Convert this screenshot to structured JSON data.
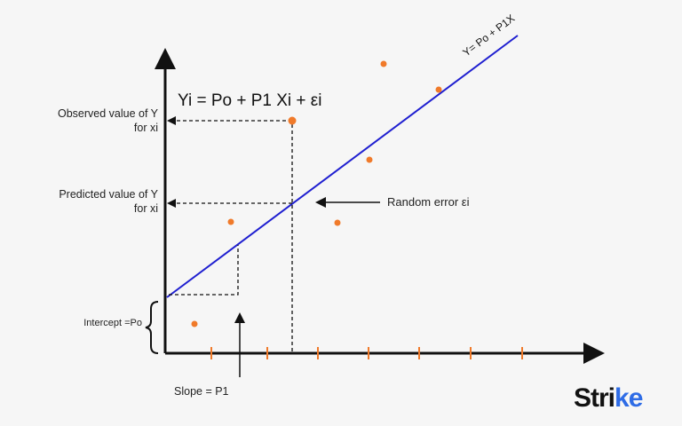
{
  "equation": "Yi = Po + P1 Xi + εi",
  "line_label": "Y= Po + P1X",
  "observed_label": "Observed value of Y for xi",
  "predicted_label": "Predicted value of Y for xi",
  "random_error_label": "Random error εi",
  "intercept_label": "Intercept =Po",
  "slope_label": "Slope = P1",
  "logo": {
    "text": "Stri",
    "accent": "ke"
  },
  "colors": {
    "line": "#1f1fd0",
    "points": "#f07a2a",
    "axis": "#111111"
  }
}
